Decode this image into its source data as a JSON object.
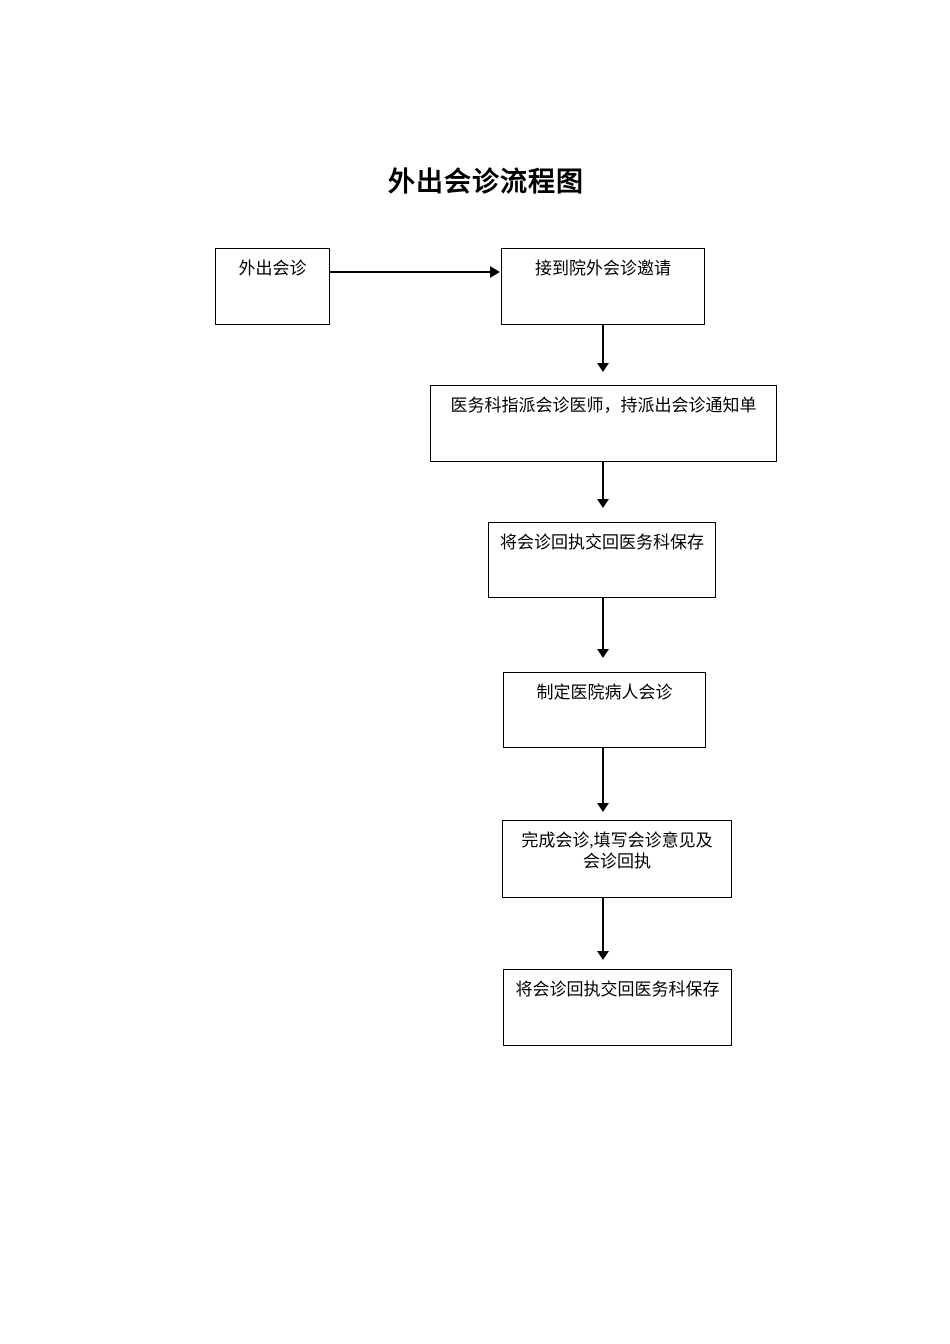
{
  "page": {
    "title": "外出会诊流程图",
    "background_color": "#ffffff",
    "text_color": "#000000",
    "line_color": "#000000"
  },
  "flowchart": {
    "nodes": [
      {
        "id": "start",
        "label": "外出会诊"
      },
      {
        "id": "receive-invitation",
        "label": "接到院外会诊邀请"
      },
      {
        "id": "assign-doctor",
        "label": "医务科指派会诊医师，持派出会诊通知单"
      },
      {
        "id": "return-receipt-1",
        "label": "将会诊回执交回医务科保存"
      },
      {
        "id": "schedule-consultation",
        "label": "制定医院病人会诊"
      },
      {
        "id": "complete-consultation",
        "label": "完成会诊,填写会诊意见及会诊回执"
      },
      {
        "id": "return-receipt-2",
        "label": "将会诊回执交回医务科保存"
      }
    ],
    "connections": [
      {
        "from": "start",
        "to": "receive-invitation",
        "direction": "right"
      },
      {
        "from": "receive-invitation",
        "to": "assign-doctor",
        "direction": "down"
      },
      {
        "from": "assign-doctor",
        "to": "return-receipt-1",
        "direction": "down"
      },
      {
        "from": "return-receipt-1",
        "to": "schedule-consultation",
        "direction": "down"
      },
      {
        "from": "schedule-consultation",
        "to": "complete-consultation",
        "direction": "down"
      },
      {
        "from": "complete-consultation",
        "to": "return-receipt-2",
        "direction": "down"
      }
    ]
  }
}
